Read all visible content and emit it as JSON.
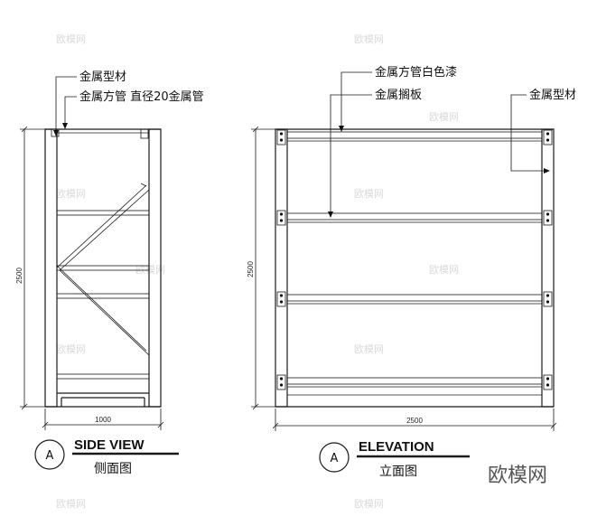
{
  "side_view": {
    "title": "SIDE VIEW",
    "subtitle": "侧面图",
    "marker": "A",
    "label_profile": "金属型材",
    "label_tube": "金属方管 直径20金属管",
    "dim_height": "2500",
    "dim_width": "1000"
  },
  "elevation": {
    "title": "ELEVATION",
    "subtitle": "立面图",
    "marker": "A",
    "label_tube_white": "金属方管白色漆",
    "label_shelf": "金属搁板",
    "label_profile": "金属型材",
    "dim_height": "2500",
    "dim_width": "2500"
  },
  "watermark": {
    "brand": "欧模网",
    "small": "欧模网"
  }
}
